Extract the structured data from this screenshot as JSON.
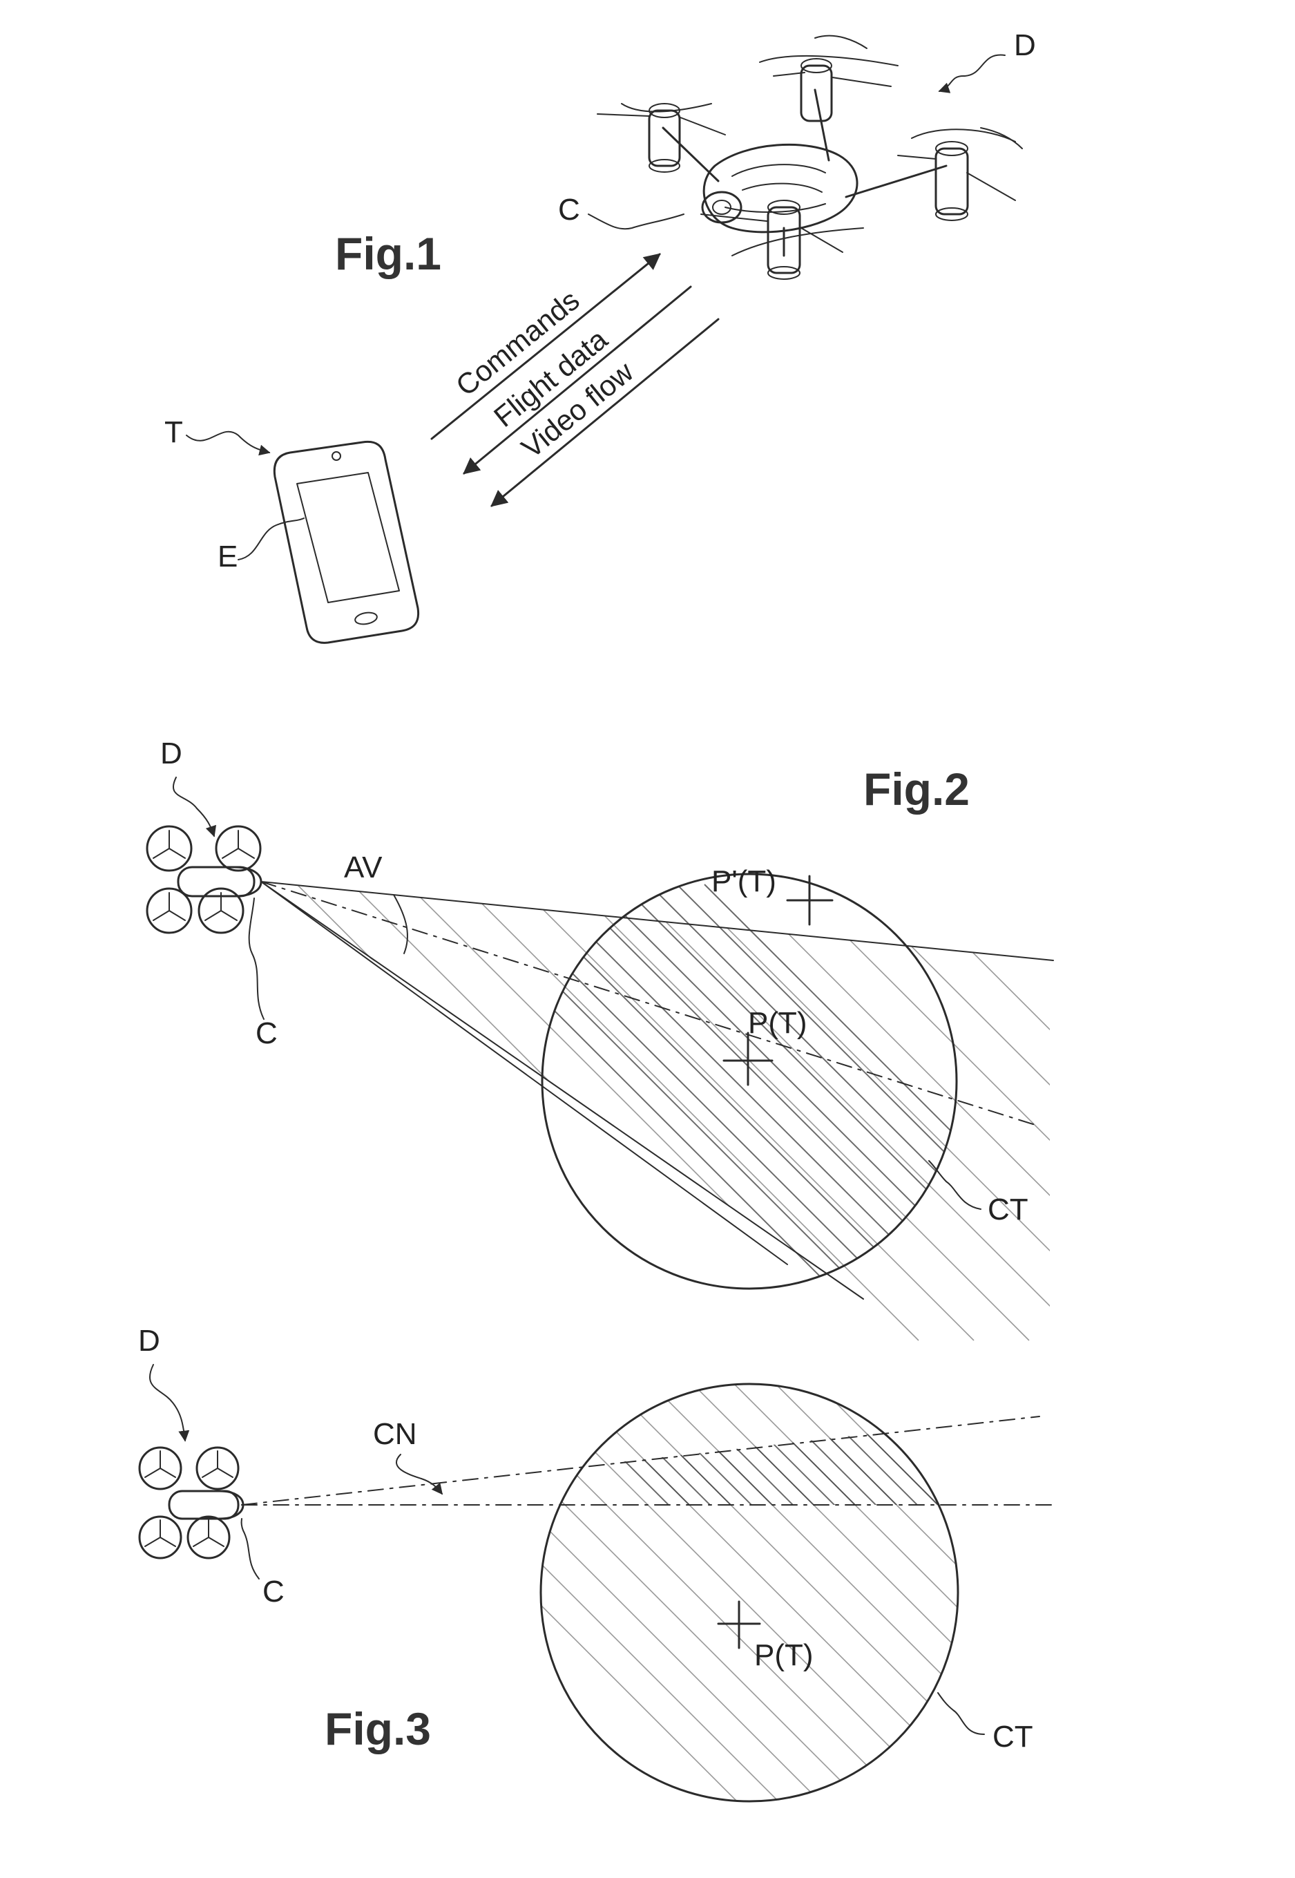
{
  "figures": [
    {
      "title": "Fig.1",
      "labels": {
        "drone": "D",
        "camera": "C",
        "terminal": "T",
        "screen": "E"
      },
      "links": [
        "Commands",
        "Flight data",
        "Video flow"
      ]
    },
    {
      "title": "Fig.2",
      "labels": {
        "drone": "D",
        "camera": "C",
        "view_angle": "AV",
        "point_prev": "P'(T)",
        "point": "P(T)",
        "circle": "CT"
      }
    },
    {
      "title": "Fig.3",
      "labels": {
        "drone": "D",
        "camera": "C",
        "cone": "CN",
        "point": "P(T)",
        "circle": "CT"
      }
    }
  ]
}
